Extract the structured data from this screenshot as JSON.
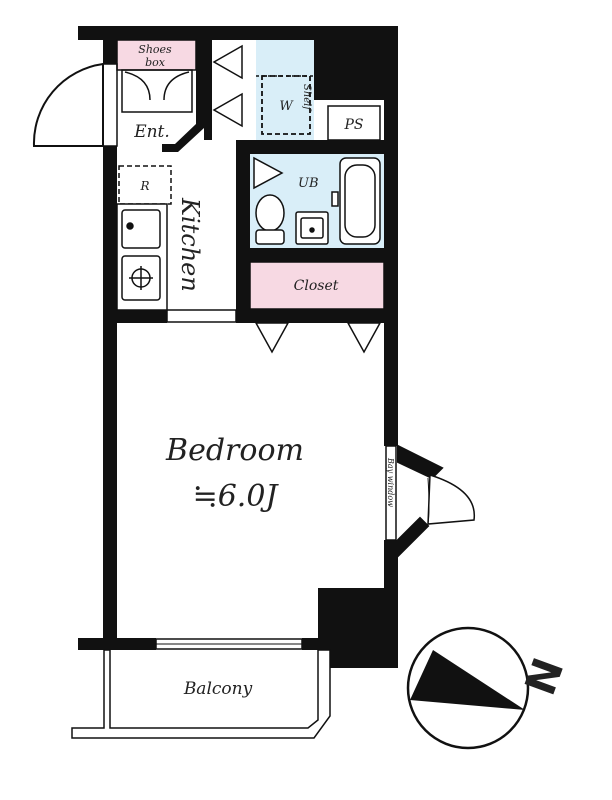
{
  "rooms": {
    "shoes_box": [
      "Shoes",
      "box"
    ],
    "entrance": "Ent.",
    "kitchen": "Kitchen",
    "refrigerator": "R",
    "washer": "W",
    "shelf": "Shelf",
    "pipe_space": "PS",
    "unit_bath": "UB",
    "closet": "Closet",
    "bedroom": "Bedroom",
    "bedroom_size": "≒6.0J",
    "bay_window": "Bay window",
    "balcony": "Balcony"
  },
  "compass": {
    "label": "N",
    "icon": "compass-icon"
  },
  "colors": {
    "wall": "#111111",
    "storage_fill": "#f7d9e3",
    "wet_area_fill": "#d9eef8",
    "background": "#ffffff"
  }
}
